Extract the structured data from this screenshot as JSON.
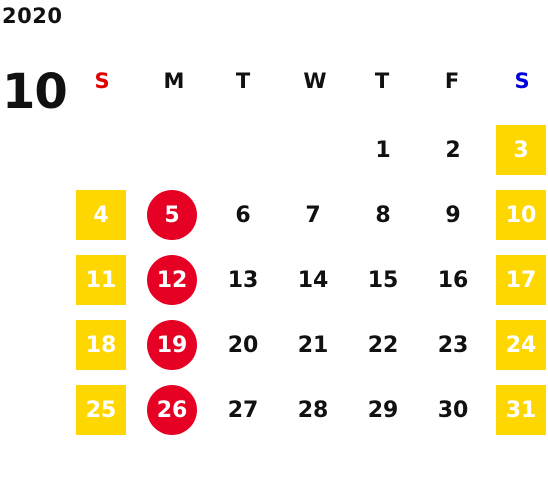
{
  "calendar": {
    "year": "2020",
    "month": "10",
    "colors": {
      "sunday_header": "#e00000",
      "saturday_header": "#0000dd",
      "weekend_fill": "#ffd700",
      "holiday_circle": "#e60023",
      "weekday_text": "#111111",
      "highlight_text": "#ffffff"
    },
    "weekdays": [
      "S",
      "M",
      "T",
      "W",
      "T",
      "F",
      "S"
    ],
    "weeks": [
      [
        "",
        "",
        "",
        "",
        "1",
        "2",
        "3"
      ],
      [
        "4",
        "5",
        "6",
        "7",
        "8",
        "9",
        "10"
      ],
      [
        "11",
        "12",
        "13",
        "14",
        "15",
        "16",
        "17"
      ],
      [
        "18",
        "19",
        "20",
        "21",
        "22",
        "23",
        "24"
      ],
      [
        "25",
        "26",
        "27",
        "28",
        "29",
        "30",
        "31"
      ]
    ],
    "circled_days": [
      "5",
      "12",
      "19",
      "26"
    ]
  }
}
